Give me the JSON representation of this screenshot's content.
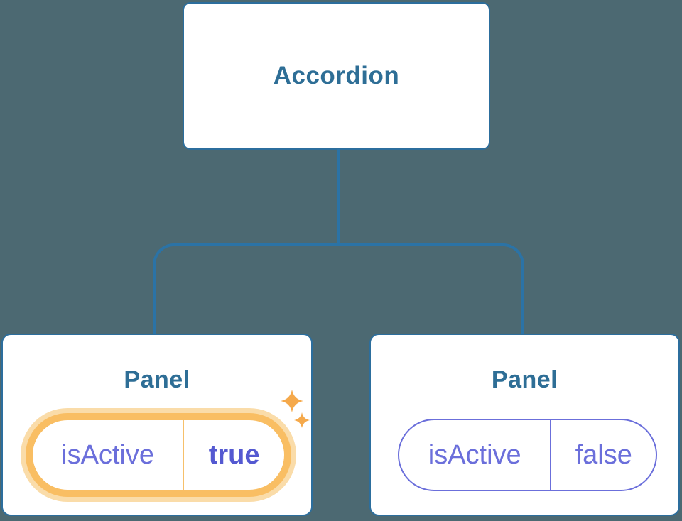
{
  "diagram": {
    "root": {
      "label": "Accordion"
    },
    "children": [
      {
        "title": "Panel",
        "prop_name": "isActive",
        "prop_value": "true",
        "highlighted": true,
        "decoration": "sparkle-icons"
      },
      {
        "title": "Panel",
        "prop_name": "isActive",
        "prop_value": "false",
        "highlighted": false
      }
    ]
  },
  "icons": {
    "sparkle_large": "sparkle-icon",
    "sparkle_small": "sparkle-icon"
  },
  "colors": {
    "background": "#4C6972",
    "node_fill": "#FFFFFF",
    "node_border": "#2C6E9D",
    "node_text": "#2E6E96",
    "connector": "#2B73A6",
    "prop_text": "#6B6FDB",
    "prop_value_active_text": "#5459D1",
    "highlight_border": "#F9BE63",
    "highlight_glow": "#FADCA9",
    "highlight_divider": "#F6C06B",
    "sparkle": "#F5A94B"
  }
}
